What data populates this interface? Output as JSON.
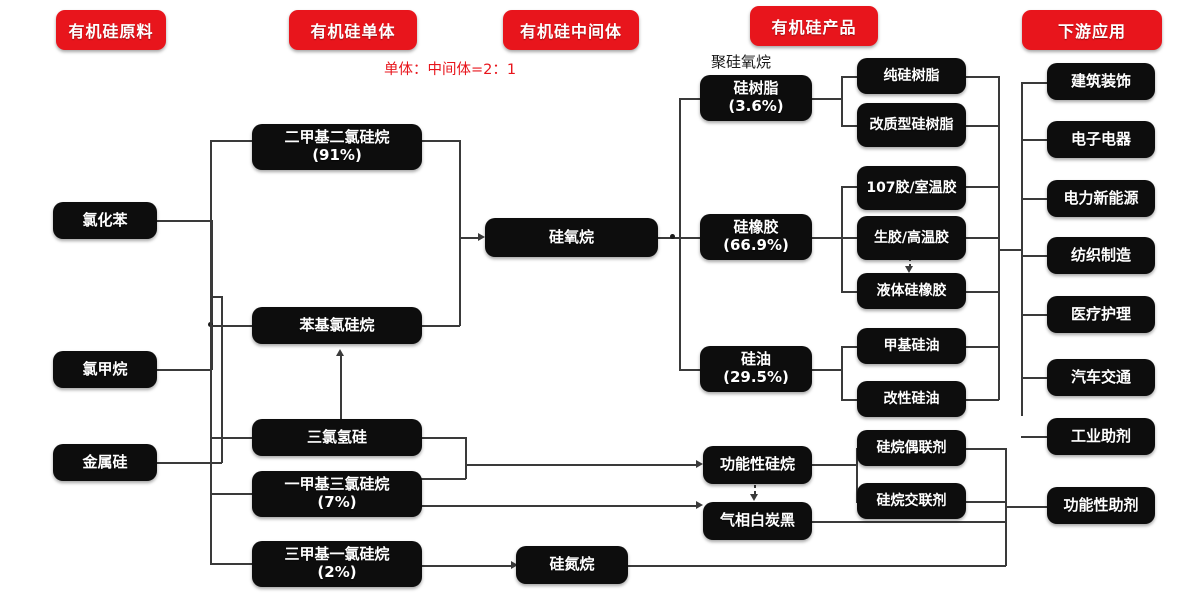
{
  "headers": [
    {
      "label": "有机硅原料"
    },
    {
      "label": "有机硅单体"
    },
    {
      "label": "有机硅中间体"
    },
    {
      "label": "有机硅产品"
    },
    {
      "label": "下游应用"
    }
  ],
  "captions": {
    "ratio_note": "单体：中间体=2：1",
    "polysiloxane": "聚硅氧烷"
  },
  "raw_materials": [
    {
      "label": "氯化苯"
    },
    {
      "label": "氯甲烷"
    },
    {
      "label": "金属硅"
    }
  ],
  "monomers": [
    {
      "label": "二甲基二氯硅烷",
      "pct": "(91%)"
    },
    {
      "label": "苯基氯硅烷",
      "pct": ""
    },
    {
      "label": "三氯氢硅",
      "pct": ""
    },
    {
      "label": "一甲基三氯硅烷",
      "pct": "(7%)"
    },
    {
      "label": "三甲基一氯硅烷",
      "pct": "(2%)"
    }
  ],
  "intermediates": [
    {
      "label": "硅氧烷"
    },
    {
      "label": "硅氮烷"
    }
  ],
  "products": [
    {
      "label": "硅树脂",
      "pct": "(3.6%)"
    },
    {
      "label": "硅橡胶",
      "pct": "(66.9%)"
    },
    {
      "label": "硅油",
      "pct": "(29.5%)"
    },
    {
      "label": "功能性硅烷",
      "pct": ""
    },
    {
      "label": "气相白炭黑",
      "pct": ""
    }
  ],
  "subproducts": [
    {
      "label": "纯硅树脂"
    },
    {
      "label": "改质型硅树脂"
    },
    {
      "label": "107胶/室温胶"
    },
    {
      "label": "生胶/高温胶"
    },
    {
      "label": "液体硅橡胶"
    },
    {
      "label": "甲基硅油"
    },
    {
      "label": "改性硅油"
    },
    {
      "label": "硅烷偶联剂"
    },
    {
      "label": "硅烷交联剂"
    }
  ],
  "applications": [
    {
      "label": "建筑装饰"
    },
    {
      "label": "电子电器"
    },
    {
      "label": "电力新能源"
    },
    {
      "label": "纺织制造"
    },
    {
      "label": "医疗护理"
    },
    {
      "label": "汽车交通"
    },
    {
      "label": "工业助剂"
    },
    {
      "label": "功能性助剂"
    }
  ],
  "colors": {
    "header_red": "#e8151c",
    "node_black": "#0d0d0d",
    "line_gray": "#3a3a3a",
    "background": "#ffffff"
  }
}
